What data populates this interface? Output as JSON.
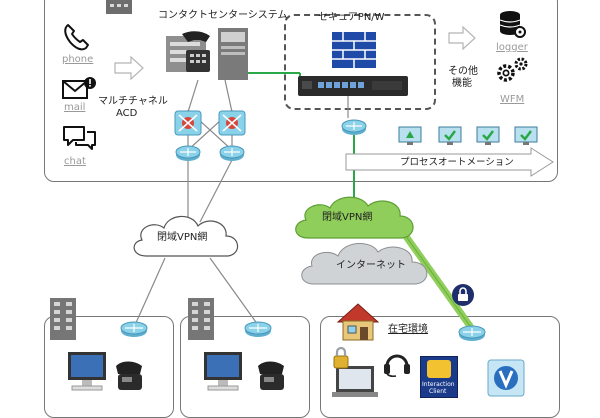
{
  "center": {
    "title": "コンタクトセンターシステム",
    "channels": [
      {
        "label": "phone",
        "icon": "phone-icon"
      },
      {
        "label": "mail",
        "icon": "mail-icon"
      },
      {
        "label": "chat",
        "icon": "chat-icon"
      }
    ],
    "acd_label_1": "マルチチャネル",
    "acd_label_2": "ACD",
    "security_label": "セキュアPN/W",
    "other_label_1": "その他",
    "other_label_2": "機能",
    "logger_label": "logger",
    "wfm_label": "WFM",
    "automation_label": "プロセスオートメーション"
  },
  "clouds": {
    "vpn_left": "閉域VPN網",
    "vpn_right": "閉域VPN網",
    "internet": "インターネット"
  },
  "remote": {
    "home_label": "在宅環境",
    "app_label_1": "Interaction",
    "app_label_2": "Client"
  },
  "colors": {
    "accent_green": "#2aa848",
    "cloud_green": "#8fce5b",
    "cloud_gray": "#cfd3d6",
    "router_blue": "#7fc6e3",
    "firewall_blue": "#1f4aa8"
  }
}
